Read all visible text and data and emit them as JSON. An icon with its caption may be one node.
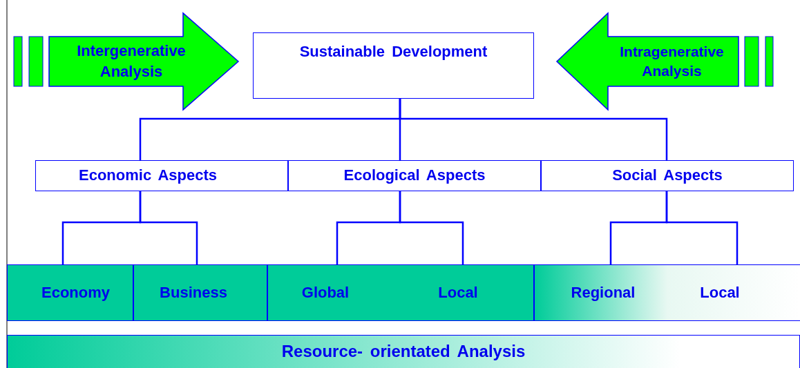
{
  "diagram": {
    "nodes": [
      {
        "text": [
          "Sustainable Development"
        ]
      },
      {
        "text": [
          "Intergenerative Analysis"
        ]
      },
      {
        "text": [
          "Intragenerative Analysis"
        ]
      },
      {
        "text": [
          "Economic Aspects"
        ]
      },
      {
        "text": [
          "Ecological Aspects"
        ]
      },
      {
        "text": [
          "Social Aspects"
        ]
      },
      {
        "text": [
          "Economy"
        ]
      },
      {
        "text": [
          "Business"
        ]
      },
      {
        "text": [
          "Global"
        ]
      },
      {
        "text": [
          "Local"
        ]
      },
      {
        "text": [
          "Regional"
        ]
      },
      {
        "text": [
          "Local"
        ]
      },
      {
        "text": [
          "Resource- orientated Analysis"
        ]
      }
    ],
    "edges": [
      {
        "from": 0,
        "to": 3,
        "arrow": "none"
      },
      {
        "from": 0,
        "to": 4,
        "arrow": "none"
      },
      {
        "from": 0,
        "to": 5,
        "arrow": "none"
      },
      {
        "from": 3,
        "to": 6,
        "arrow": "none"
      },
      {
        "from": 3,
        "to": 7,
        "arrow": "none"
      },
      {
        "from": 4,
        "to": 8,
        "arrow": "none"
      },
      {
        "from": 4,
        "to": 9,
        "arrow": "none"
      },
      {
        "from": 5,
        "to": 10,
        "arrow": "none"
      },
      {
        "from": 5,
        "to": 11,
        "arrow": "none"
      }
    ]
  }
}
